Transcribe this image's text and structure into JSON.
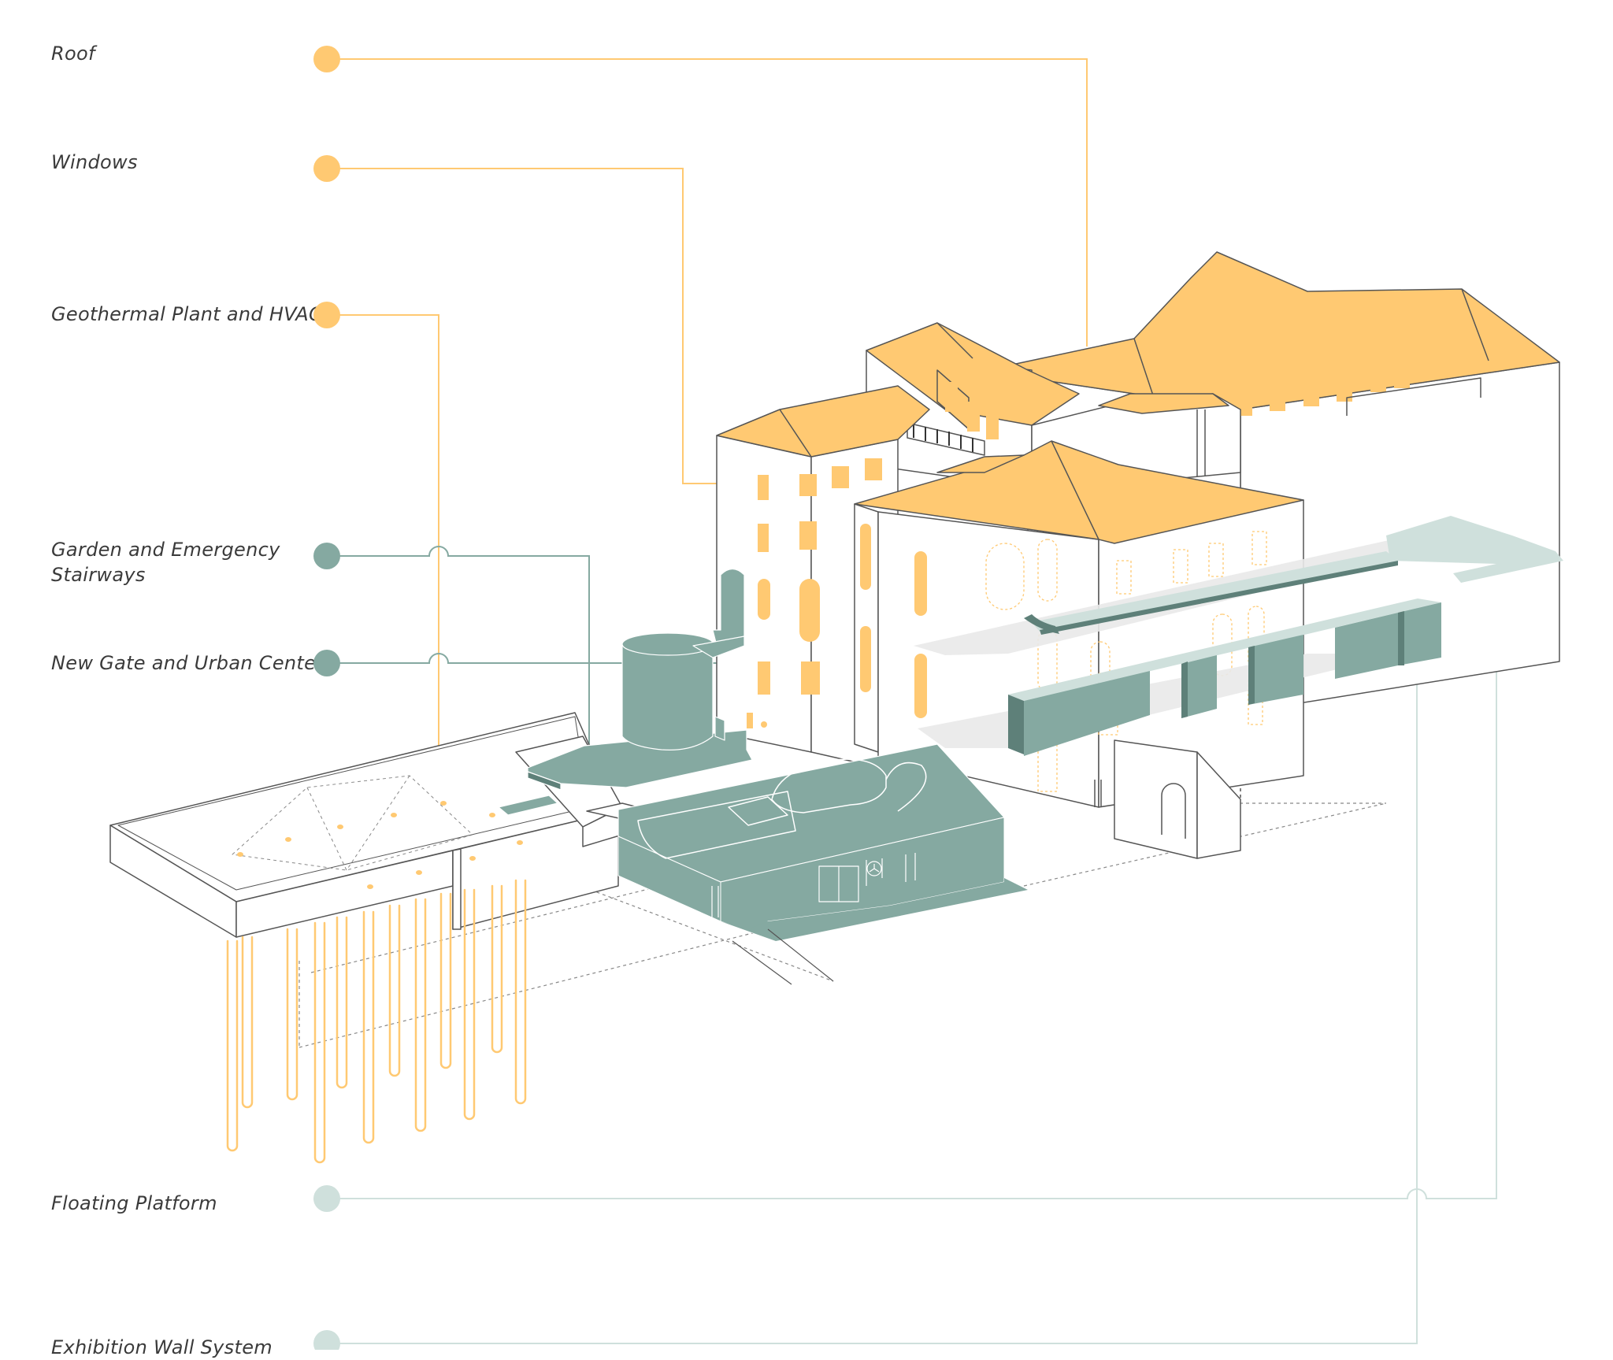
{
  "legend": [
    {
      "id": "roof",
      "label": "Roof",
      "color": "#FFC972"
    },
    {
      "id": "windows",
      "label": "Windows",
      "color": "#FFC972"
    },
    {
      "id": "geothermal",
      "label": "Geothermal Plant and HVAC",
      "color": "#FFC972"
    },
    {
      "id": "garden",
      "label_lines": [
        "Garden and Emergency",
        "Stairways"
      ],
      "color": "#85A9A1"
    },
    {
      "id": "gate",
      "label": "New Gate and Urban Center",
      "color": "#85A9A1"
    },
    {
      "id": "platform",
      "label": "Floating Platform",
      "color": "#CFE0DC"
    },
    {
      "id": "exhibition",
      "label": "Exhibition Wall System",
      "color": "#CFE0DC"
    }
  ],
  "colors": {
    "roof": "#FFC972",
    "teal": "#85A9A1",
    "teal_dark": "#5E8079",
    "teal_light": "#CFE0DC",
    "line": "#555555",
    "grey_slab": "#E9E9E9"
  }
}
